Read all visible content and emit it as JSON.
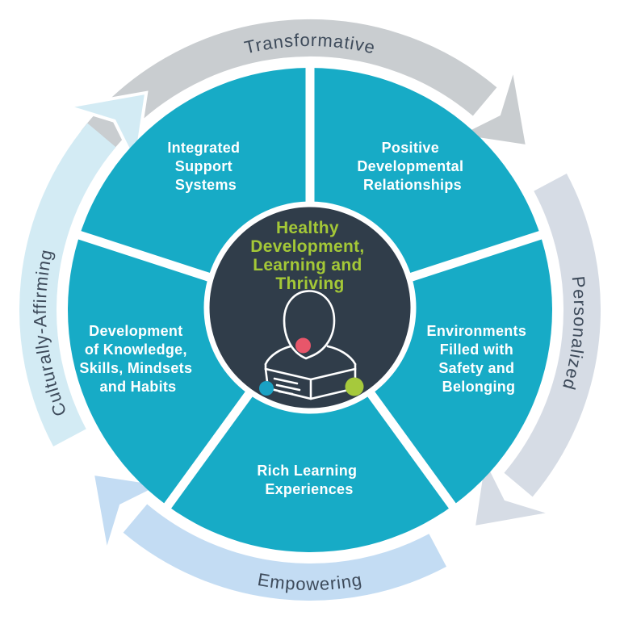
{
  "diagram": {
    "name": "Whole-Child Design wheel",
    "wedge_color": "#17abc6",
    "wedge_text_color": "#ffffff",
    "center": {
      "bg_color": "#303d4a",
      "text_color": "#a4c837",
      "lines": [
        "Healthy",
        "Development,",
        "Learning and",
        "Thriving"
      ]
    },
    "wedges": [
      {
        "lines": [
          "Integrated",
          "Support",
          "Systems"
        ]
      },
      {
        "lines": [
          "Positive",
          "Developmental",
          "Relationships"
        ]
      },
      {
        "lines": [
          "Environments",
          "Filled with",
          "Safety and",
          "Belonging"
        ]
      },
      {
        "lines": [
          "Rich Learning",
          "Experiences"
        ]
      },
      {
        "lines": [
          "Development",
          "of Knowledge,",
          "Skills, Mindsets",
          "and Habits"
        ]
      }
    ],
    "outer_ring": {
      "label_color": "#3d4a5a",
      "arcs": [
        {
          "label": "Transformative",
          "position": "top",
          "color": "#c9cdd0"
        },
        {
          "label": "Personalized",
          "position": "right",
          "color": "#d6dce5"
        },
        {
          "label": "Empowering",
          "position": "bottom",
          "color": "#c3dcf3"
        },
        {
          "label": "Culturally-Affirming",
          "position": "left",
          "color": "#d3ebf4"
        }
      ]
    },
    "icon": {
      "name": "person-reading-book",
      "dots": [
        {
          "name": "red-dot",
          "color": "#e8566a"
        },
        {
          "name": "teal-dot",
          "color": "#1aa2c4"
        },
        {
          "name": "green-dot",
          "color": "#a6c93c"
        }
      ]
    }
  }
}
